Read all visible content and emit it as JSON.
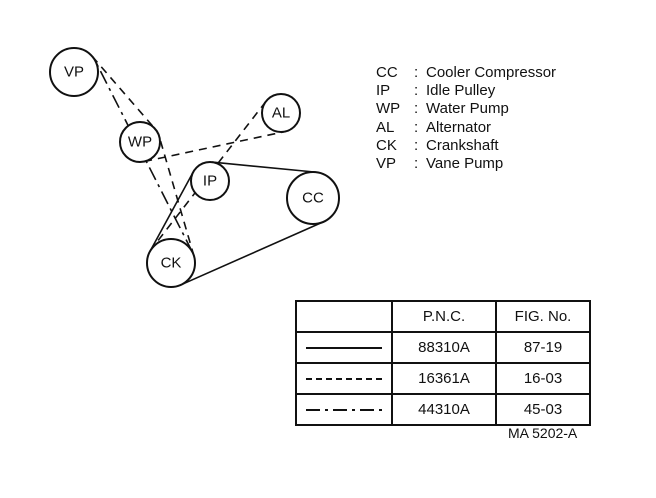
{
  "pulleys": [
    {
      "id": "VP",
      "label": "VP"
    },
    {
      "id": "WP",
      "label": "WP"
    },
    {
      "id": "AL",
      "label": "AL"
    },
    {
      "id": "IP",
      "label": "IP"
    },
    {
      "id": "CC",
      "label": "CC"
    },
    {
      "id": "CK",
      "label": "CK"
    }
  ],
  "belts": [
    {
      "style": "solid",
      "routes": [
        "CK-IP",
        "IP-CC",
        "CC-CK"
      ]
    },
    {
      "style": "dashed",
      "routes": [
        "CK-WP",
        "WP-AL",
        "AL-CK"
      ]
    },
    {
      "style": "dashdot",
      "routes": [
        "CK-VP"
      ]
    },
    {
      "style": "dashed",
      "routes": [
        "VP-WP"
      ]
    }
  ],
  "legend": [
    {
      "code": "CC",
      "sep": ":",
      "name": "Cooler Compressor"
    },
    {
      "code": "IP",
      "sep": ":",
      "name": "Idle Pulley"
    },
    {
      "code": "WP",
      "sep": ":",
      "name": "Water Pump"
    },
    {
      "code": "AL",
      "sep": ":",
      "name": "Alternator"
    },
    {
      "code": "CK",
      "sep": ":",
      "name": "Crankshaft"
    },
    {
      "code": "VP",
      "sep": ":",
      "name": "Vane Pump"
    }
  ],
  "table": {
    "headers": [
      "",
      "P.N.C.",
      "FIG. No."
    ],
    "rows": [
      {
        "line_style": "solid",
        "pnc": "88310A",
        "fig": "87-19"
      },
      {
        "line_style": "dashed",
        "pnc": "16361A",
        "fig": "16-03"
      },
      {
        "line_style": "dashdot",
        "pnc": "44310A",
        "fig": "45-03"
      }
    ]
  },
  "figure_ref": "MA 5202-A"
}
